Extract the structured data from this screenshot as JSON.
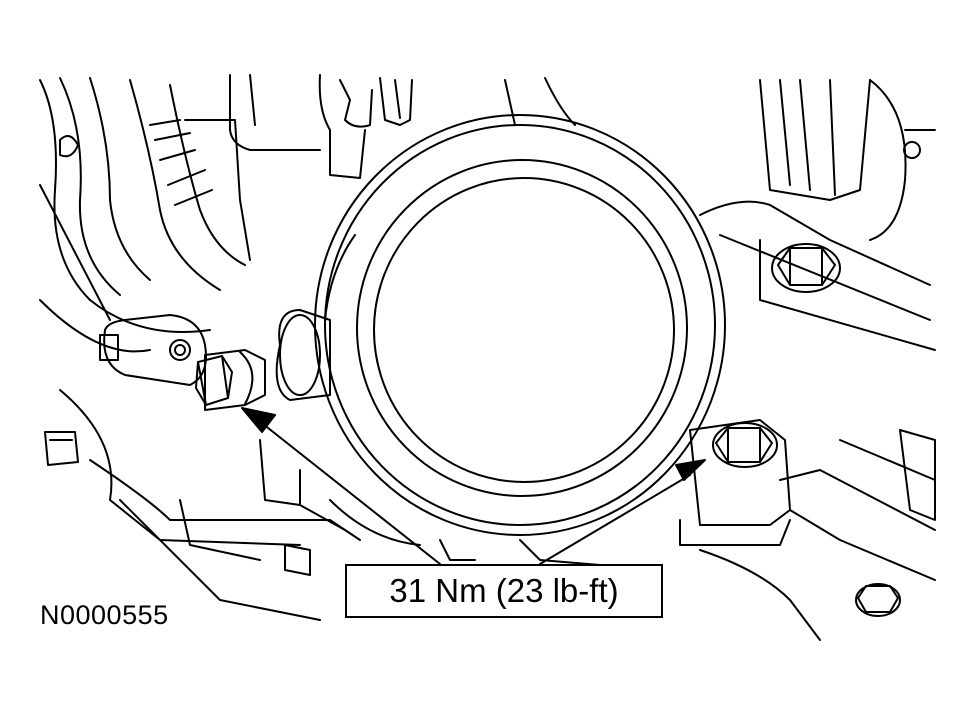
{
  "diagram": {
    "torque_label": "31 Nm (23 lb-ft)",
    "figure_id": "N0000555",
    "line_color": "#000000",
    "background_color": "#ffffff",
    "callouts": [
      {
        "target": "left-bolt"
      },
      {
        "target": "right-bolt"
      }
    ]
  }
}
